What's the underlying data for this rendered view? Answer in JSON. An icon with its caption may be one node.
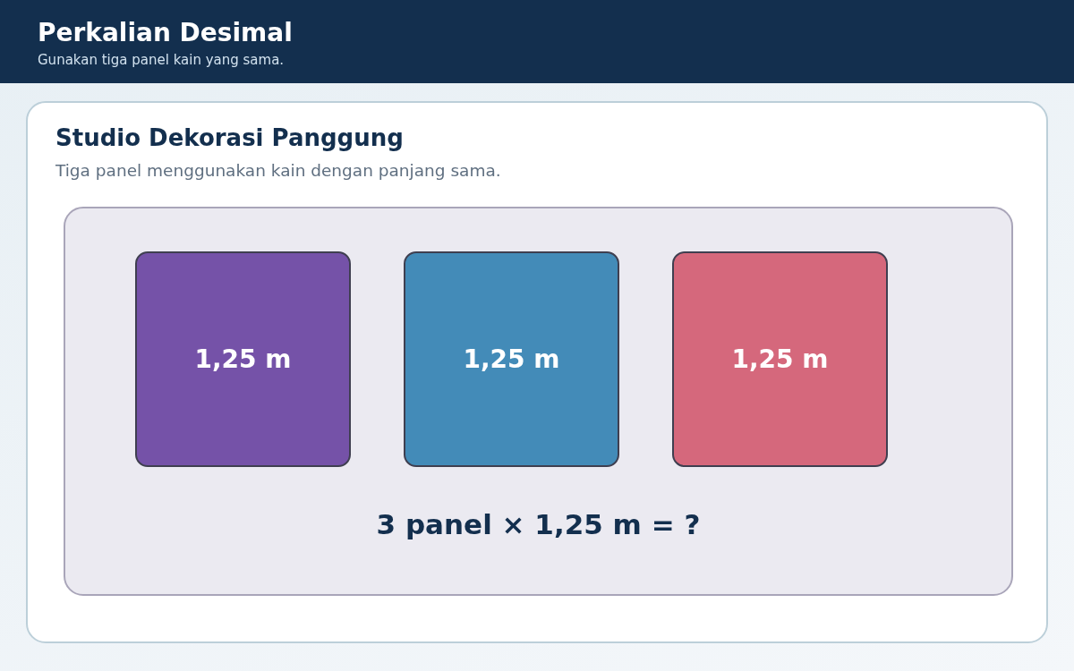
{
  "diagram": {
    "title": "Perkalian Desimal",
    "nodes": [
      {
        "text": [
          "Studio Dekorasi Panggung",
          "Tiga panel menggunakan kain dengan panjang sama."
        ]
      },
      {
        "text": [
          "3 panel × 1,25 m = ?"
        ],
        "in": 0
      },
      {
        "text": [
          "1,25 m"
        ],
        "in": 1
      },
      {
        "text": [
          "1,25 m"
        ],
        "in": 1
      },
      {
        "text": [
          "1,25 m"
        ],
        "in": 1
      }
    ],
    "labels": [
      "Gunakan tiga panel kain yang sama."
    ]
  }
}
